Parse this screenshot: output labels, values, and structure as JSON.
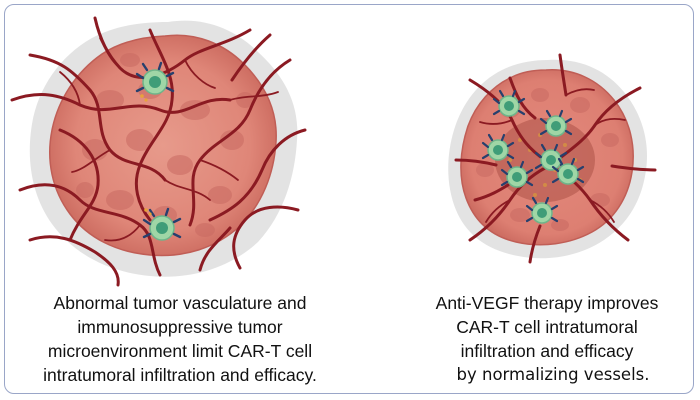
{
  "panels": [
    {
      "id": "abnormal",
      "caption_lines": [
        "Abnormal tumor vasculature and",
        "immunosuppressive tumor",
        "microenvironment limit CAR-T cell",
        "intratumoral infiltration and efficacy."
      ],
      "car_t_cell_count": 2
    },
    {
      "id": "normalized",
      "caption_lines": [
        "Anti-VEGF therapy improves",
        "CAR-T cell intratumoral",
        "infiltration and efficacy",
        "by normalizing vessels."
      ],
      "car_t_cell_count": 7
    }
  ],
  "colors": {
    "frame": "#9aa6c8",
    "tumor_halo": "#d9d9d9",
    "tumor_fill": "#e08779",
    "tumor_inner": "#c96a62",
    "vessel": "#8b1a22",
    "car_t_cell": "#9fd6a6",
    "car_t_nucleus": "#3f9d78",
    "car_receptor": "#27406e"
  }
}
